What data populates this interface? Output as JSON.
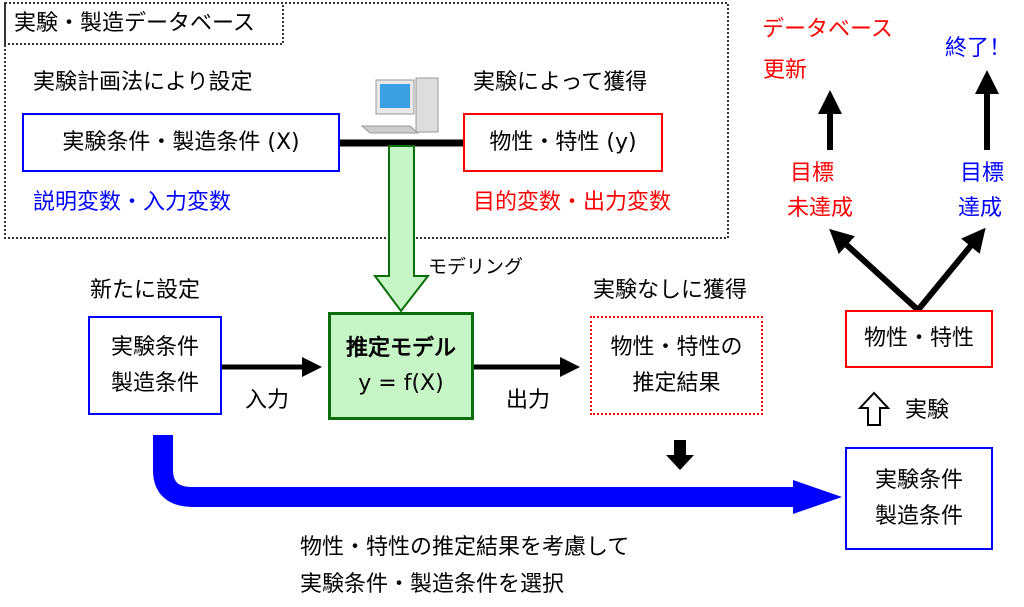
{
  "database": {
    "title": "実験・製造データベース",
    "design_label": "実験計画法により設定",
    "x_box": "実験条件・製造条件 (X)",
    "x_desc": "説明変数・入力変数",
    "acquire_label": "実験によって獲得",
    "y_box": "物性・特性 (y)",
    "y_desc": "目的変数・出力変数"
  },
  "modeling_label": "モデリング",
  "new_label": "新たに設定",
  "new_box": {
    "line1": "実験条件",
    "line2": "製造条件"
  },
  "input_label": "入力",
  "model": {
    "title": "推定モデル",
    "formula": "y = f(X)"
  },
  "output_label": "出力",
  "no_exp_label": "実験なしに獲得",
  "estimate_box": {
    "line1": "物性・特性の",
    "line2": "推定結果"
  },
  "select_text": {
    "line1": "物性・特性の推定結果を考慮して",
    "line2": "実験条件・製造条件を選択"
  },
  "right": {
    "cond_box": {
      "line1": "実験条件",
      "line2": "製造条件"
    },
    "experiment_label": "実験",
    "prop_box": "物性・特性",
    "not_achieved": {
      "line1": "目標",
      "line2": "未達成"
    },
    "achieved": {
      "line1": "目標",
      "line2": "達成"
    },
    "update": {
      "line1": "データベース",
      "line2": "更新"
    },
    "done": "終了！"
  },
  "colors": {
    "blue": "#0000ff",
    "red": "#ff0000",
    "green_fill": "#c6f5c6",
    "green_border": "#0a6e0a"
  }
}
